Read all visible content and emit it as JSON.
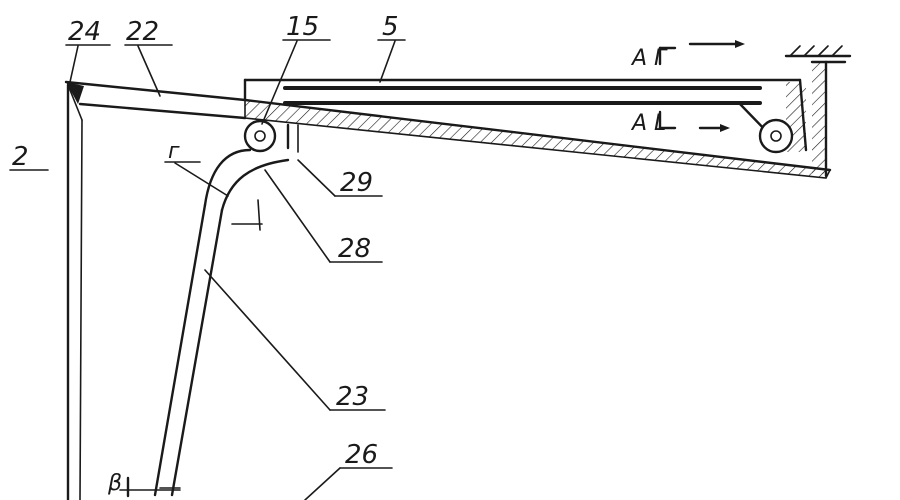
{
  "labels": {
    "l24": "24",
    "l22": "22",
    "l15": "15",
    "l5": "5",
    "l2": "2",
    "lz": "г",
    "l29": "29",
    "l28": "28",
    "l23": "23",
    "l26": "26",
    "lbeta": "β",
    "lA_top": "А Г",
    "lA_bot": "А L"
  },
  "colors": {
    "ink": "#1a1a1a",
    "paper": "#ffffff"
  }
}
